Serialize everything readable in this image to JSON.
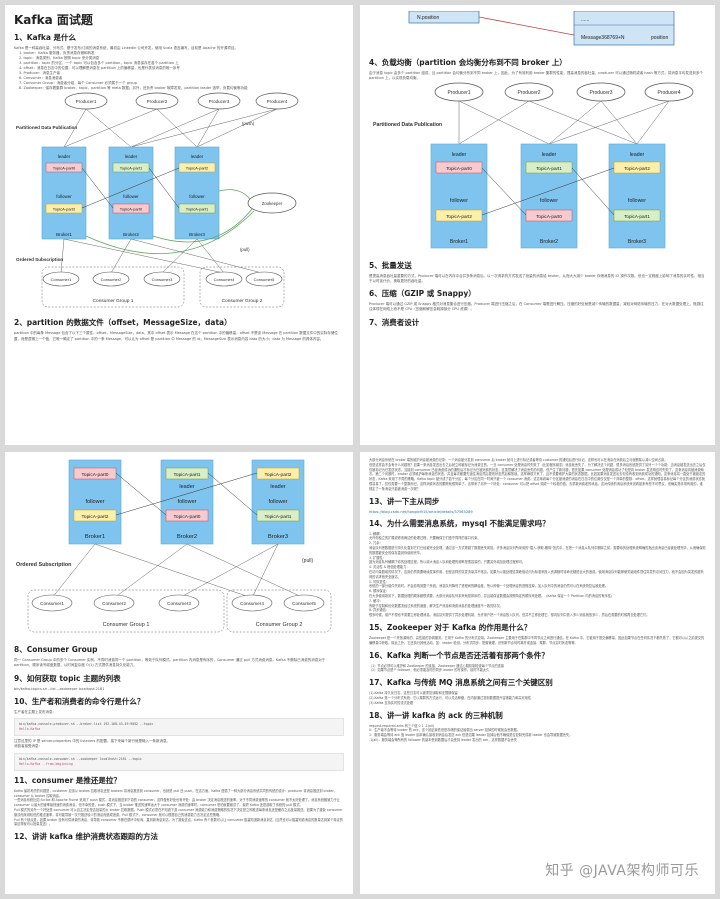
{
  "page1": {
    "title": "Kafka 面试题",
    "s1_heading": "1、Kafka 是什么",
    "s1_intro": "Kafka 是一种高吞吐量、分布式、基于发布/订阅的消息系统，最初由 LinkedIn 公司开发，使用 Scala 语言编写，目前是 Apache 的开源项目。",
    "s1_items": [
      "1. broker：Kafka 服务器，负责消息存储和转发",
      "2. topic：消息类别，Kafka 按照 topic 来分类消息",
      "3. partition：topic 的分区，一个 topic 可以包含多个 partition，topic 消息保存在各个 partition 上",
      "4. offset：消息在日志中的位置，可以理解是消息在 partition 上的偏移量，也是代表该消息的唯一序号",
      "5. Producer：消息生产者",
      "6. Consumer：消息消费者",
      "7. Consumer Group：消费者分组，每个 Consumer 必须属于一个 group",
      "8. Zookeeper：保存着集群 broker、topic、partition 等 meta 数据；另外，还负责 broker 故障发现，partition leader 选举，负载均衡等功能"
    ],
    "s2_heading": "2、partition 的数据文件（offset，MessageSize，data）",
    "s2_text": "partition 中的每条 Message 包含了以下三个属性：offset，MessageSize，data，其中 offset 表示 Message 在这个 partition 中的偏移量，offset 不是该 Message 在 partition 数据文件中的实际存储位置，而是逻辑上一个值，它唯一确定了 partition 中的一条 Message，可以认为 offset 是 partition 中 Message 的 id；MessageSize 表示消息内容 data 的大小；data 为 Message 的具体内容。"
  },
  "diagram1": {
    "producers": [
      "Producer1",
      "Producer2",
      "Producer3",
      "Producer4"
    ],
    "left_label": "Partitioned Data Publication",
    "push_label": "(push)",
    "leader": "leader",
    "follower": "follower",
    "brokers": [
      {
        "name": "Broker1",
        "leader_part": "TopicA-part0",
        "follower_part": "TopicA-part2"
      },
      {
        "name": "Broker2",
        "leader_part": "TopicA-part1",
        "follower_part": "TopicA-part0"
      },
      {
        "name": "Broker3",
        "leader_part": "TopicA-part2",
        "follower_part": "TopicA-part1"
      }
    ],
    "zookeeper": "Zookeeper",
    "ordered_label": "Ordered Subscription",
    "pull_label": "(pull)",
    "consumers": [
      "Consumer1",
      "Consumer2",
      "Consumer3",
      "Consumer4",
      "Consumer5"
    ],
    "groups": [
      "Consumer Group 1",
      "Consumer Group 2"
    ]
  },
  "page2": {
    "top_rows": [
      "N.position",
      "......",
      "Message368769+N",
      "position"
    ],
    "s4_heading": "4、负载均衡（partition 会均衡分布到不同 broker 上）",
    "s4_text": "由于消息 topic 由多个 partition 组成，且 partition 会均衡分布到不同 broker 上，因此，为了有效利用 broker 集群的性能，提高消息的吞吐量，producer 可以通过随机或者 hash 等方式，将消息平均发送到多个 partition 上，以实现负载均衡。",
    "s5_heading": "5、批量发送",
    "s5_text": "是提高消息吞吐量重要的方式，Producer 端可以在内存中合并多条消息后，以一次请求的方式发送了批量的消息给 broker，从而大大减少 broker 存储消息的 IO 操作次数。但也一定程度上影响了消息的实时性，相当于以时延代价，换取更好的吞吐量。",
    "s6_heading": "6、压缩（GZIP 或 Snappy）",
    "s6_text": "Producer 端可以通过 GZIP 或 Snappy 格式对消息集合进行压缩。Producer 端进行压缩之后，在 Consumer 端需进行解压。压缩的好处就是减少传输的数据量，减轻对网络传输的压力，在对大数据处理上，瓶颈往往体现在网络上而不是 CPU（压缩和解压会耗掉部分 CPU 资源）。",
    "s7_heading": "7、消费者设计"
  },
  "page3": {
    "s8_heading": "8、Consumer Group",
    "s8_text": "同一 Consumer Group 中的多个 Consumer 实例，不同时消费同一个 partition，等效于队列模式。partition 内消息是有序的，Consumer 通过 pull 方式消费消息。Kafka 不删除已消费的消息对于 partition，顺序读写磁盘数据，以时间复杂度 O(1) 方式提供消息持久化能力。",
    "s9_heading": "9、如何获取 topic 主题的列表",
    "s9_cmd": "bin/kafka-topics.sh --list --zookeeper localhost:2181",
    "s10_heading": "10、生产者和消费者的命令行是什么？",
    "s10_intro": "生产者在主题上发布消息：",
    "s10_code1": [
      "bin/kafka-console-producer.sh --broker-list 192.168.43.49:9092 --topic",
      "Hello-Kafka"
    ],
    "s10_note": "注意这里的 IP 是 server.properties 中的 listeners 的配置。接下来每个新行就是输入一条新消息。",
    "s10_intro2": "消费者接受消息：",
    "s10_code2": [
      "bin/kafka-console-consumer.sh --zookeeper localhost:2181 --topic",
      "Hello-Kafka --from-beginning"
    ],
    "s11_heading": "11、consumer 是推还是拉？",
    "s11_text": "Kafka 最初考虑的问题是，customer 应该从 brokes 拉取消息还是 brokers 将消息推送到 consumer，也就是 pull 还 push。在这方面，Kafka 遵循了一种大部分消息系统共同的传统的设计：producer 将消息推送到 broker，consumer 从 broker 拉取消息。",
    "s11_text2": "一些消息系统比如 Scribe 和 Apache Flume 采用了 push 模式，将消息推送到下游的 consumer。这样做有好处也有坏处：由 broker 决定消息推送的速率，对于不同消费速率的 consumer 就不太好处理了。消息系统都致力于让 consumer 以最大的速率最快速的消费消息，但不幸的是，push 模式下，当 broker 推送的速率远大于 consumer 消费的速率时，consumer 恐怕就要崩溃了。最终 Kafka 还是选取了传统的 pull 模式。",
    "s11_text3": "Pull 模式的另外一个好处是 consumer 可以自主决定是否批量的从 broker 拉取数据。Push 模式必须在不知道下游 consumer 消费能力和消费策略的情况下决定是立即推送每条消息还是缓存之后批量推送。如果为了避免 consumer 崩溃而采用较低的推送速率，将可能导致一次只推送较少的消息而造成浪费。Pull 模式下，consumer 就可以根据自己的消费能力去决定这些策略。",
    "s11_text4": "Pull 有个缺点是，如果 broker 没有可供消费的消息，将导致 consumer 不断在循环中轮询，直到新消息到达。为了避免这点，Kafka 有个参数可以让 consumer 阻塞知道新消息到达（当然也可以阻塞知道消息的数量达到某个特定的量这样就可以批量发送）。",
    "s12_heading": "12、讲讲 kafka 维护消费状态跟踪的方法"
  },
  "page4": {
    "top_text": "大部分消息系统在 broker 端的维护消息被消费的记录：一个消息被分发到 consumer 后 broker 就马上进行标记或者等待 customer 的通知后进行标记。这样也可以在消息在消费后立马就删除以减少空间占用。",
    "top_text2": "但是这样会不会有什么问题呢？如果一条消息发送出去之后就立即被标记为消费过的，一旦 consumer 处理消息时失败了（比如程序崩溃）消息就丢失了。为了解决这个问题，很多消息系统提供了另外一个个功能：当消息被发送出去之后仅仅被标记为已发送状态，当接到 consumer 已经消费成功的通知后才标记为已被消费的状态。这虽然解决了消息丢失的问题，但产生了新问题，首先如果 consumer 处理消息成功了但是向 broker 发送响应时失败了，这条消息将被消费两次。第二个问题时，broker 必须维护每条消息的状态，并且每次都要先锁住消息然后更改状态然后释放锁。这样麻烦又来了，且不说要维护大量的状态数据，比如如果消息发送出去但没有收到消费成功的通知，这条消息将一直处于被锁定的状态，Kafka 采用了不同的策略。Kafka topic 被分成了若干分区，每个分区在同一时间只被一个 consumer 消费。这意味着每个分区被消费的消息在日志中的位置仅仅是一个简单的整数：offset。这样就很容易标记每个分区的消费状态就很容易了，仅仅需要一个整数而已。这样消费状态的跟踪就很简单了。这带来了另外一个好处：consumer 可以把 offset 调成一个较老的值，去重新消费老的消息。这对传统的消息系统来说看起来有些不可思议，但确实是非常有用的，谁规定了一条消息只能被消费一次呢？",
    "s13_heading": "13、讲一下主从同步",
    "s13_link": "https://blog.csdn.net/honglei915/article/details/37565289",
    "s14_heading": "14、为什么需要消息系统，mysql 不能满足需求吗？",
    "s14_items": [
      "1. 解耦：",
      "允许你独立的扩展或修改两边的处理过程，只要确保它们遵守同样的接口约束。",
      "2. 冗余：",
      "消息队列把数据进行持久化直到它们已经被完全处理，通过这一方式规避了数据丢失风险。许多消息队列所采用的\"插入-获取-删除\"范式中，在把一个消息从队列中删除之前，需要你的处理系统明确的指出该消息已经被处理完毕，从而确保你的数据被安全的保存直到你使用完毕。",
      "3. 扩展性：",
      "因为消息队列解耦了你的处理过程，所以增大消息入队和处理的频率是很容易的，只要另外增加处理过程即可。",
      "4. 灵活性 & 峰值处理能力：",
      "在访问量剧增的情况下，应用仍然需要继续发挥作用，但是这样的突发流量并不常见。如果为以能处理这类峰值访问为标准来投入资源随时待命无疑是巨大的浪费。使用消息队列能够使关键组件顶住突发的访问压力，而不会因为突发的超负荷的请求而完全崩溃。",
      "5. 可恢复性：",
      "系统的一部分组件失效时，不会影响到整个系统。消息队列降低了进程间的耦合度，所以即使一个处理消息的进程挂掉，加入队列中的消息仍然可以在系统恢复后被处理。",
      "6. 顺序保证：",
      "在大多使用场景下，数据处理的顺序都很重要。大部分消息队列本来就是排序的，并且能保证数据会按照特定的顺序来处理。（Kafka 保证一个 Partition 内的消息的有序性）",
      "7. 缓冲：",
      "有助于控制和优化数据流经过系统的速度，解决生产消息和消费消息的处理速度不一致的情况。",
      "8. 异步通信：",
      "很多时候，用户不想也不需要立即处理消息。消息队列提供了异步处理机制，允许用户把一个消息放入队列，但并不立即处理它。想向队列中放入多少消息就放多少，然后在需要的时候再去处理它们。"
    ],
    "s15_heading": "15、Zookeeper 对于 Kafka 的作用是什么？",
    "s15_text": "Zookeeper 是一个开放源码的、高性能的协调服务，它用于 Kafka 的分布式应用。Zookeeper 主要用于在集群中不同节点之间进行通信。在 Kafka 中，它被用于提交偏移量，因此如果节点在任何情况下都失败了，它都可以从之前提交的偏移量中获取。除此之外，它还执行其他活动，如：leader 检测、分布式同步、配置管理、识别新节点何时离开或连接、集群、节点实时状态等等。",
    "s16_heading": "16、Kafka 判断一个节点是否还活着有那两个条件？",
    "s16_items": [
      "（1）节点必须可以维护和 ZooKeeper 的连接，Zookeeper 通过心跳机制检查每个节点的连接",
      "（2）如果节点是个 follower，他必须能及时的同步 leader 的写操作，延时不能太久"
    ],
    "s17_heading": "17、Kafka 与传统 MQ 消息系统之间有三个关键区别",
    "s17_items": [
      "(1).Kafka 持久化日志，这些日志可以被重复读取和无限期保留",
      "(2).Kafka 是一个分布式系统：它以集群的方式运行，可以灵活伸缩，在内部通过复制数据提升容错能力和高可用性",
      "(3).Kafka 支持实时的流式处理"
    ],
    "s18_heading": "18、讲一讲 kafka 的 ack 的三种机制",
    "s18_text": "request.required.acks 有三个值 0 1 -1(all)",
    "s18_items": [
      "0：生产者不会等待 broker 的 ack，这个延迟最低但是存储的保证最弱当 server 挂掉的时候就会丢数据。",
      "1：服务端会等待 ack 值 leader 副本确认接收到消息后发送 ack 但是如果 leader 挂掉后他不确保是否复制完成新 leader 也会导致数据丢失。",
      "-1(all)：服务端会等所有的 follower 的副本受到数据后才会受到 leader 发出的 ack，这样数据不会丢失"
    ]
  },
  "watermark": "知乎 @JAVA架构师可乐"
}
